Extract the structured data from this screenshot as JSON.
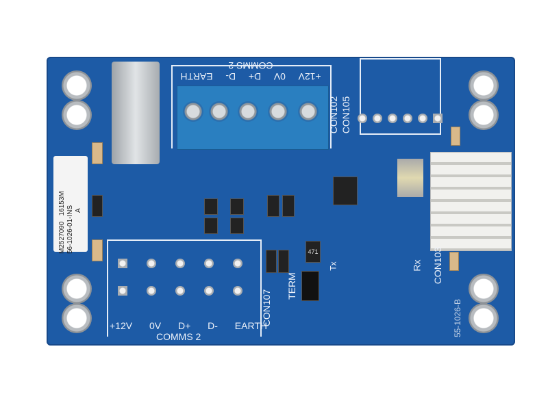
{
  "sticker": {
    "line1": "M2527090",
    "line2": "16153M",
    "line3": "56-1026-01-INS",
    "line4": "A"
  },
  "top_connector": {
    "group": "COMMS 2",
    "pins": [
      "EARTH",
      "D-",
      "D+",
      "0V",
      "+12V"
    ],
    "ref1": "CON102",
    "ref2": "CON105"
  },
  "bottom_connector": {
    "group": "COMMS 2",
    "pins": [
      "+12V",
      "0V",
      "D+",
      "D-",
      "EARTH"
    ],
    "ref": "CON107"
  },
  "labels": {
    "term": "TERM",
    "tx": "Tx",
    "rx": "Rx",
    "con103": "CON103",
    "board_id": "55-1026-B",
    "inductor": "471"
  },
  "colors": {
    "board": "#1d5ba6",
    "terminal": "#2a7fc0"
  }
}
